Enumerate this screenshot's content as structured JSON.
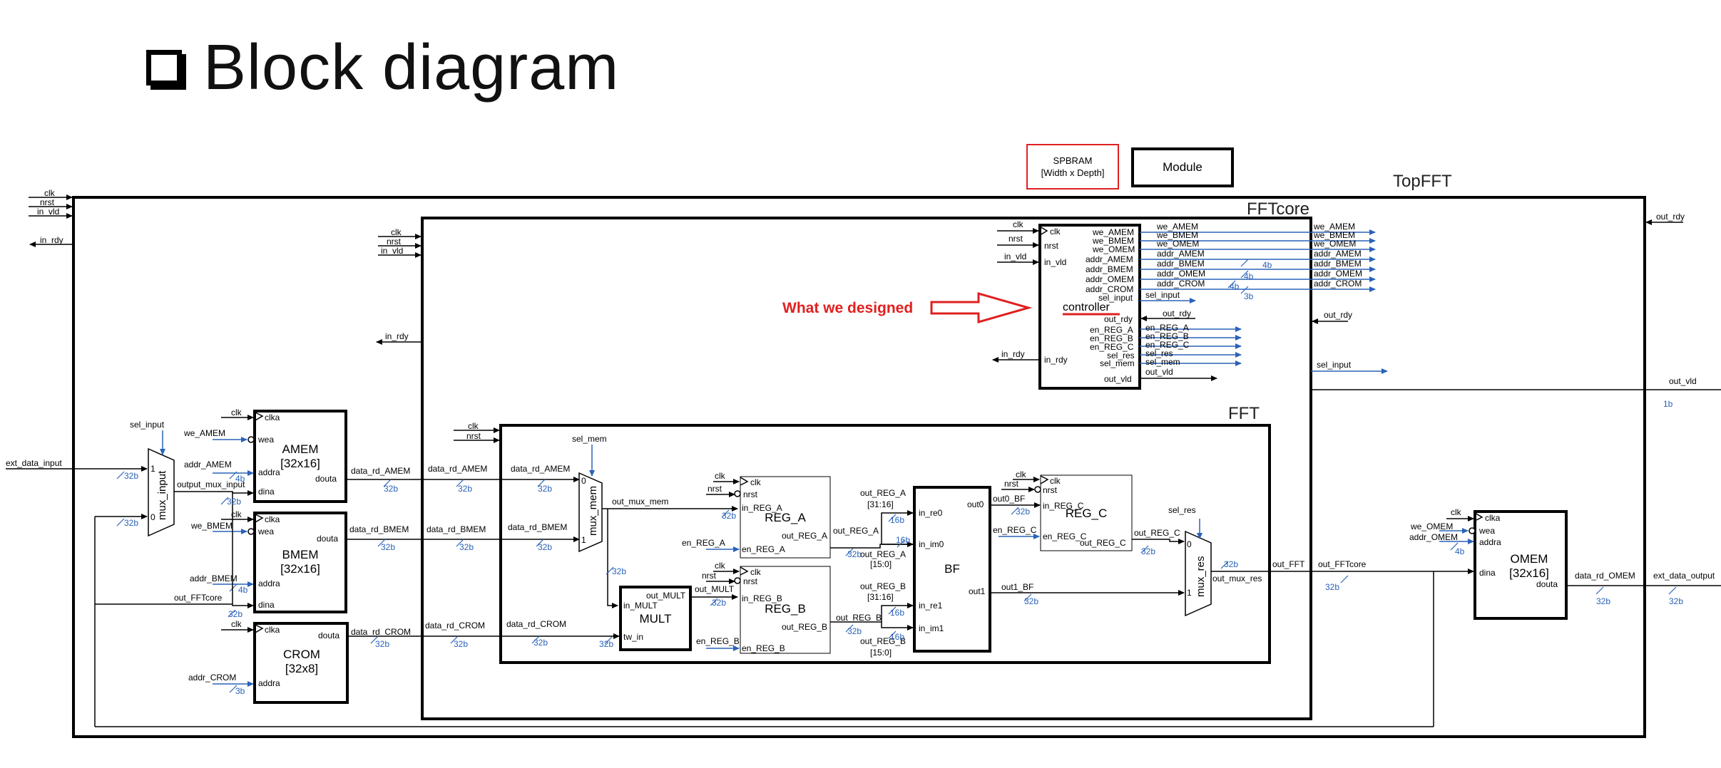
{
  "page": {
    "title": "Block diagram"
  },
  "legend": {
    "spbram_line1": "SPBRAM",
    "spbram_line2": "[Width x Depth]",
    "module": "Module"
  },
  "annotation": {
    "designed": "What we designed"
  },
  "colors": {
    "accent_red": "#e02020",
    "wire_blue": "#2a62b8",
    "line": "#000000"
  },
  "blocks": {
    "topfft": "TopFFT",
    "fftcore": "FFTcore",
    "fft": "FFT",
    "controller": "controller",
    "amem": [
      "AMEM",
      "[32x16]"
    ],
    "bmem": [
      "BMEM",
      "[32x16]"
    ],
    "crom": [
      "CROM",
      "[32x8]"
    ],
    "omem": [
      "OMEM",
      "[32x16]"
    ],
    "mux_input": "mux_input",
    "mux_mem": "mux_mem",
    "mux_res": "mux_res",
    "mult": "MULT",
    "reg_a": "REG_A",
    "reg_b": "REG_B",
    "reg_c": "REG_C",
    "bf": "BF"
  },
  "ports": {
    "clk": "clk",
    "nrst": "nrst",
    "in_vld": "in_vld",
    "in_rdy": "in_rdy",
    "out_rdy": "out_rdy",
    "out_vld": "out_vld",
    "ext_data_input": "ext_data_input",
    "ext_data_output": "ext_data_output",
    "sel_input": "sel_input",
    "sel_mem": "sel_mem",
    "sel_res": "sel_res",
    "we_amem": "we_AMEM",
    "we_bmem": "we_BMEM",
    "we_omem": "we_OMEM",
    "addr_amem": "addr_AMEM",
    "addr_bmem": "addr_BMEM",
    "addr_omem": "addr_OMEM",
    "addr_crom": "addr_CROM",
    "output_mux_input": "output_mux_input",
    "out_fftcore": "out_FFTcore",
    "data_rd_amem": "data_rd_AMEM",
    "data_rd_bmem": "data_rd_BMEM",
    "data_rd_crom": "data_rd_CROM",
    "data_rd_omem": "data_rd_OMEM",
    "out_mux_mem": "out_mux_mem",
    "out_mult": "out_MULT",
    "in_mult": "in_MULT",
    "tw_in": "tw_in",
    "out_reg_a": "out_REG_A",
    "out_reg_b": "out_REG_B",
    "out_reg_c": "out_REG_C",
    "in_reg_a": "in_REG_A",
    "in_reg_b": "in_REG_B",
    "in_reg_c": "in_REG_C",
    "en_reg_a": "en_REG_A",
    "en_reg_b": "en_REG_B",
    "en_reg_c": "en_REG_C",
    "in_re0": "in_re0",
    "in_im0": "in_im0",
    "in_re1": "in_re1",
    "in_im1": "in_im1",
    "out0": "out0",
    "out1": "out1",
    "out0_bf": "out0_BF",
    "out1_bf": "out1_BF",
    "out_mux_res": "out_mux_res",
    "out_fft": "out_FFT",
    "clka": "clka",
    "wea": "wea",
    "addra": "addra",
    "dina": "dina",
    "douta": "douta",
    "sel_res_short": "sel_res",
    "sel_mem_short": "sel_mem"
  },
  "widths": {
    "w32": "32b",
    "w16": "16b",
    "w4": "4b",
    "w3": "3b",
    "w1": "1b"
  },
  "ranges": {
    "hi": "[31:16]",
    "lo": "[15:0]"
  },
  "mux_inputs": {
    "zero": "0",
    "one": "1"
  }
}
